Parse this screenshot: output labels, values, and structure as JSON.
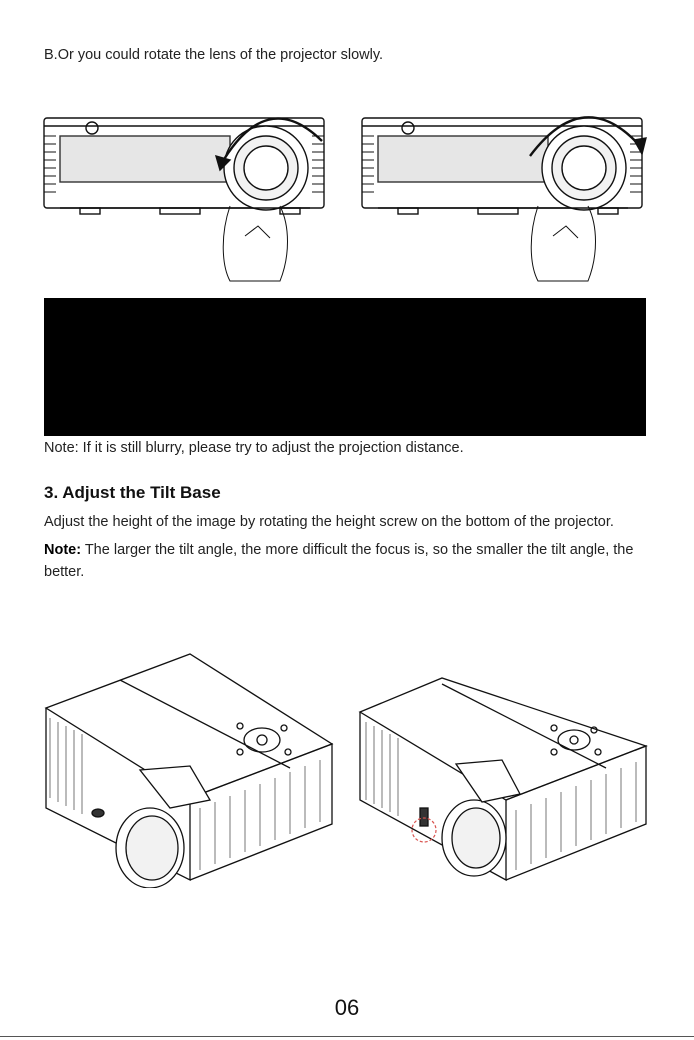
{
  "intro_text": "B.Or you could rotate the lens of the projector slowly.",
  "note_blurry": "Note: If it is still blurry, please try to adjust the projection distance.",
  "section": {
    "heading": "3. Adjust the Tilt Base",
    "body": "Adjust the height of the image by rotating the height screw on the bottom of the projector.",
    "note_label": "Note:",
    "note_text": " The larger the tilt angle, the more difficult the focus is, so the smaller the tilt angle, the better."
  },
  "page_number": "06",
  "colors": {
    "accent_dashed_circle": "#d9534f",
    "redacted_box": "#000000"
  }
}
